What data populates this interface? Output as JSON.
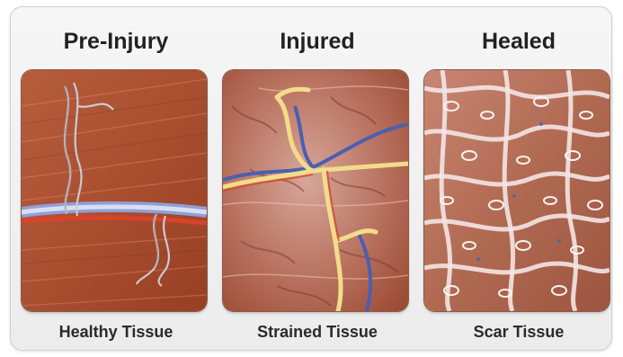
{
  "panels": [
    {
      "heading": "Pre-Injury",
      "caption": "Healthy Tissue"
    },
    {
      "heading": "Injured",
      "caption": "Strained Tissue"
    },
    {
      "heading": "Healed",
      "caption": "Scar Tissue"
    }
  ],
  "colors": {
    "muscle": "#b35a3a",
    "muscle_dark": "#8f3f26",
    "vessel_blue": "#4a5fb0",
    "vessel_red": "#d8432c",
    "nerve_yellow": "#f2dc8a",
    "scar_white": "#f3e6e6"
  }
}
